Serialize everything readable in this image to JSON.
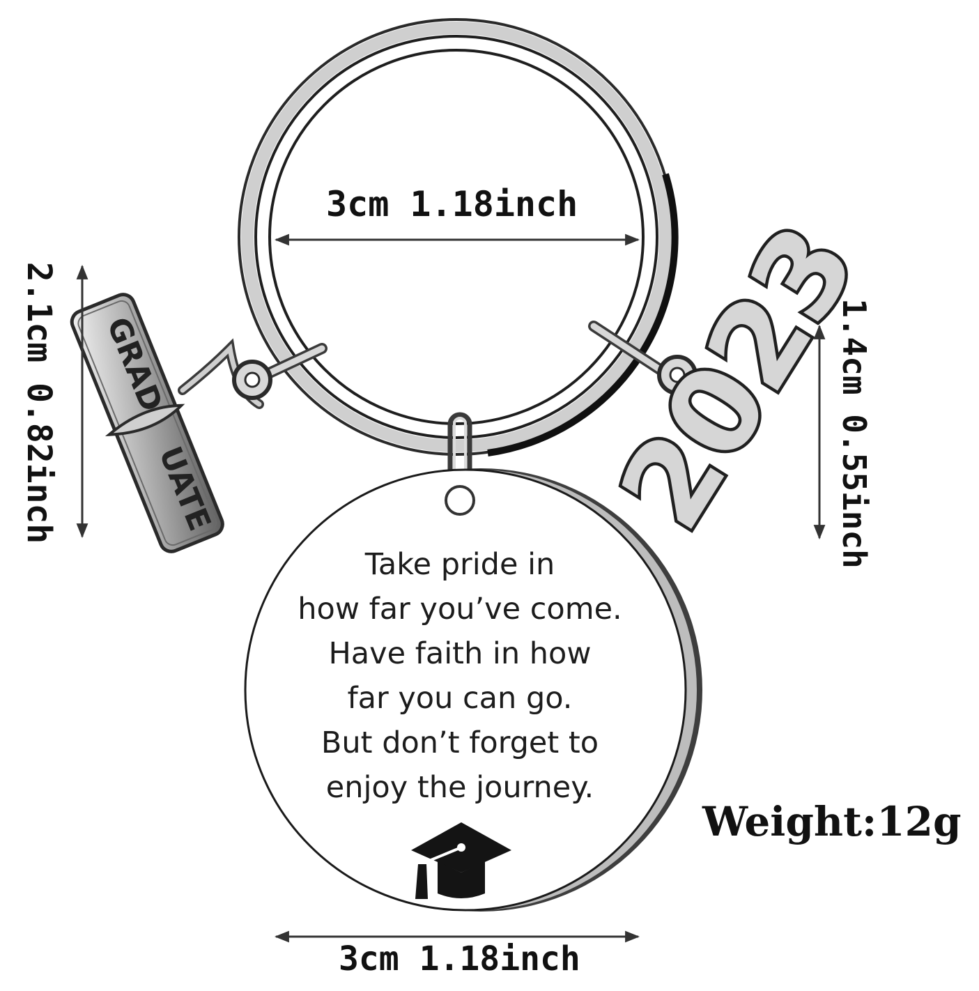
{
  "product": {
    "ring_diameter_label": "3cm  1.18inch",
    "tag_diameter_label": "3cm  1.18inch",
    "graduate_charm_size_label": "2.1cm 0.82inch",
    "year_charm_size_label": "1.4cm 0.55inch",
    "weight_label": "Weight:12g",
    "quote_lines": [
      "Take pride in",
      "how far you’ve come.",
      "Have faith in how",
      "far you can go.",
      "But don’t forget to",
      "enjoy the journey."
    ],
    "graduate_charm_text": {
      "top": "GRAD",
      "bottom": "UATE"
    },
    "year_charm_text": "2023",
    "icons": [
      "graduation-cap-icon",
      "scroll-diploma-charm",
      "year-charm"
    ]
  },
  "colors": {
    "background": "#ffffff",
    "text": "#111111",
    "metal_dark": "#2a2a2a",
    "metal_light": "#d9d9d9"
  }
}
